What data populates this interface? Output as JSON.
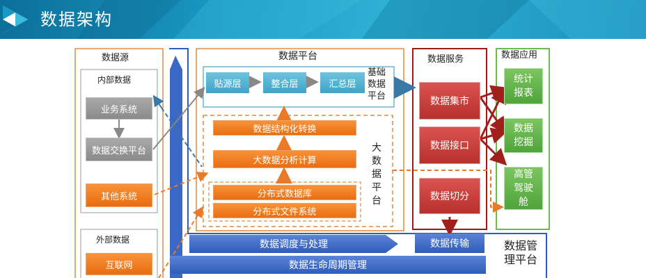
{
  "header": {
    "title": "数据架构"
  },
  "sections": {
    "source": "数据源",
    "platform": "数据平台",
    "service": "数据服务",
    "application": "数据应用",
    "management": "数据管理平台"
  },
  "source": {
    "internal_label": "内部数据",
    "business_system": "业务系统",
    "exchange_platform": "数据交换平台",
    "other_system": "其他系统",
    "external_label": "外部数据",
    "internet": "互联网"
  },
  "platform": {
    "layers": [
      "贴源层",
      "整合层",
      "汇总层"
    ],
    "basic_platform_label": "基础数据平台",
    "big_data_label": "大数据平台",
    "structuring": "数据结构化转换",
    "analysis": "大数据分析计算",
    "distributed_db": "分布式数据库",
    "distributed_fs": "分布式文件系统"
  },
  "service": {
    "mart": "数据集市",
    "interface": "数据接口",
    "split": "数据切分"
  },
  "application": {
    "report": "统计报表",
    "mining": "数据挖掘",
    "cockpit": "高管驾驶舱"
  },
  "management": {
    "scheduling": "数据调度与处理",
    "transfer": "数据传输",
    "lifecycle": "数据生命周期管理",
    "title_label": "数据管理平台"
  },
  "colors": {
    "header": "#1a98c4",
    "orange": "#e97a2a",
    "teal": "#3ea5c9",
    "red": "#b8302c",
    "green": "#5cb343",
    "blue": "#2f5cb8"
  }
}
